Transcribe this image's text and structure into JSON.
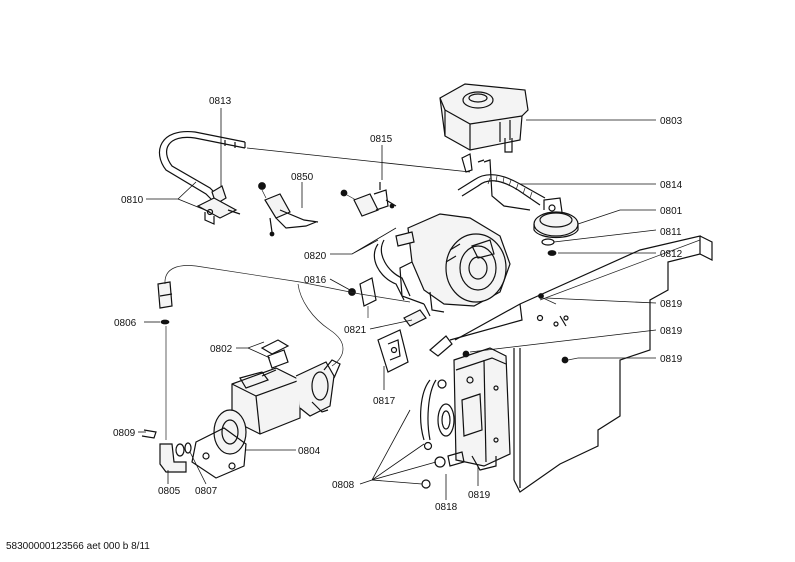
{
  "callouts": {
    "c0803": "0803",
    "c0813": "0813",
    "c0815": "0815",
    "c0850": "0850",
    "c0814": "0814",
    "c0810": "0810",
    "c0801": "0801",
    "c0811": "0811",
    "c0820": "0820",
    "c0812": "0812",
    "c0816": "0816",
    "c0819a": "0819",
    "c0806": "0806",
    "c0821": "0821",
    "c0819b": "0819",
    "c0802": "0802",
    "c0819c": "0819",
    "c0817": "0817",
    "c0809": "0809",
    "c0804": "0804",
    "c0808": "0808",
    "c0819d": "0819",
    "c0805": "0805",
    "c0807": "0807",
    "c0818": "0818"
  },
  "footer": {
    "reference": "58300000123566 aet 000 b 8/11"
  }
}
